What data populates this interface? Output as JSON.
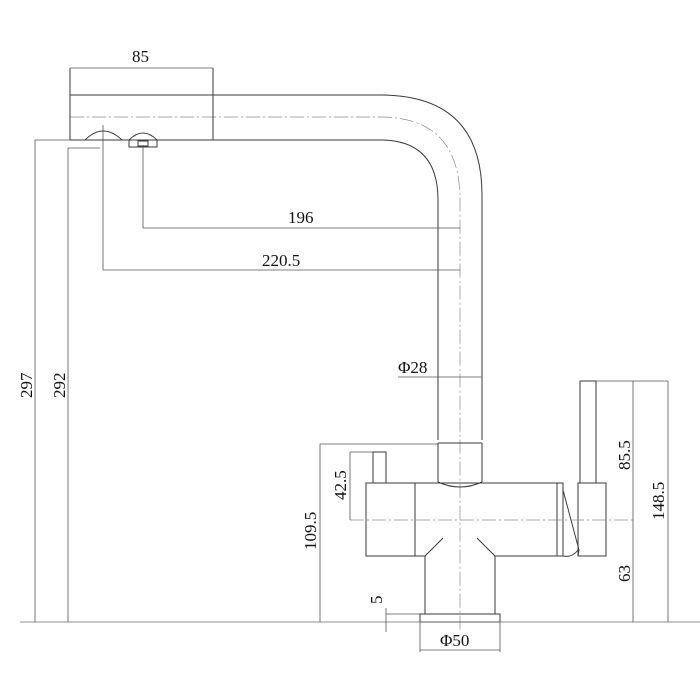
{
  "drawing": {
    "title": "Kitchen faucet dimension drawing",
    "units": "mm",
    "line_color": "#3a3a3a",
    "background": "#ffffff"
  },
  "dimensions": {
    "spout_head_length": "85",
    "outlet_small_reach": "196",
    "outlet_large_reach": "220.5",
    "total_height": "297",
    "outlet_height": "292",
    "spout_diameter": "Φ28",
    "left_handle_height": "42.5",
    "body_height": "109.5",
    "base_offset": "5",
    "base_diameter": "Φ50",
    "right_handle_height": "85.5",
    "body_axis_height": "63",
    "right_total_height": "148.5"
  }
}
